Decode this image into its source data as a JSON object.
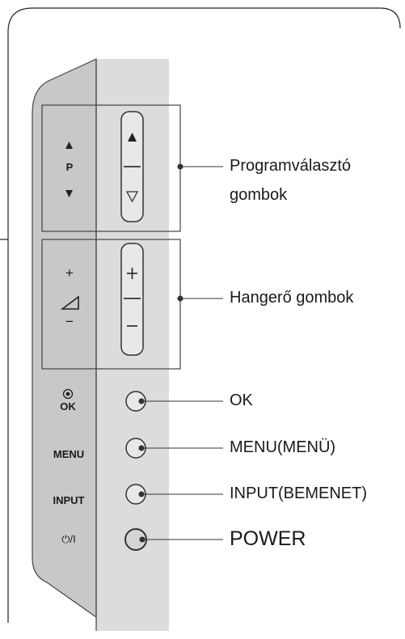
{
  "left_panel": {
    "program_symbol": "P",
    "volume_plus": "+",
    "volume_minus": "−",
    "ok_label": "OK",
    "menu_label": "MENU",
    "input_label": "INPUT",
    "power_label": "⏻/I"
  },
  "callouts": {
    "program_line1": "Programválasztó",
    "program_line2": "gombok",
    "volume": "Hangerő gombok",
    "ok": "OK",
    "menu": "MENU(MENÜ)",
    "input": "INPUT(BEMENET)",
    "power": "POWER"
  },
  "colors": {
    "panel_gray": "#cfcfcf",
    "panel_light": "#dcdcdc",
    "outline": "#333333"
  }
}
